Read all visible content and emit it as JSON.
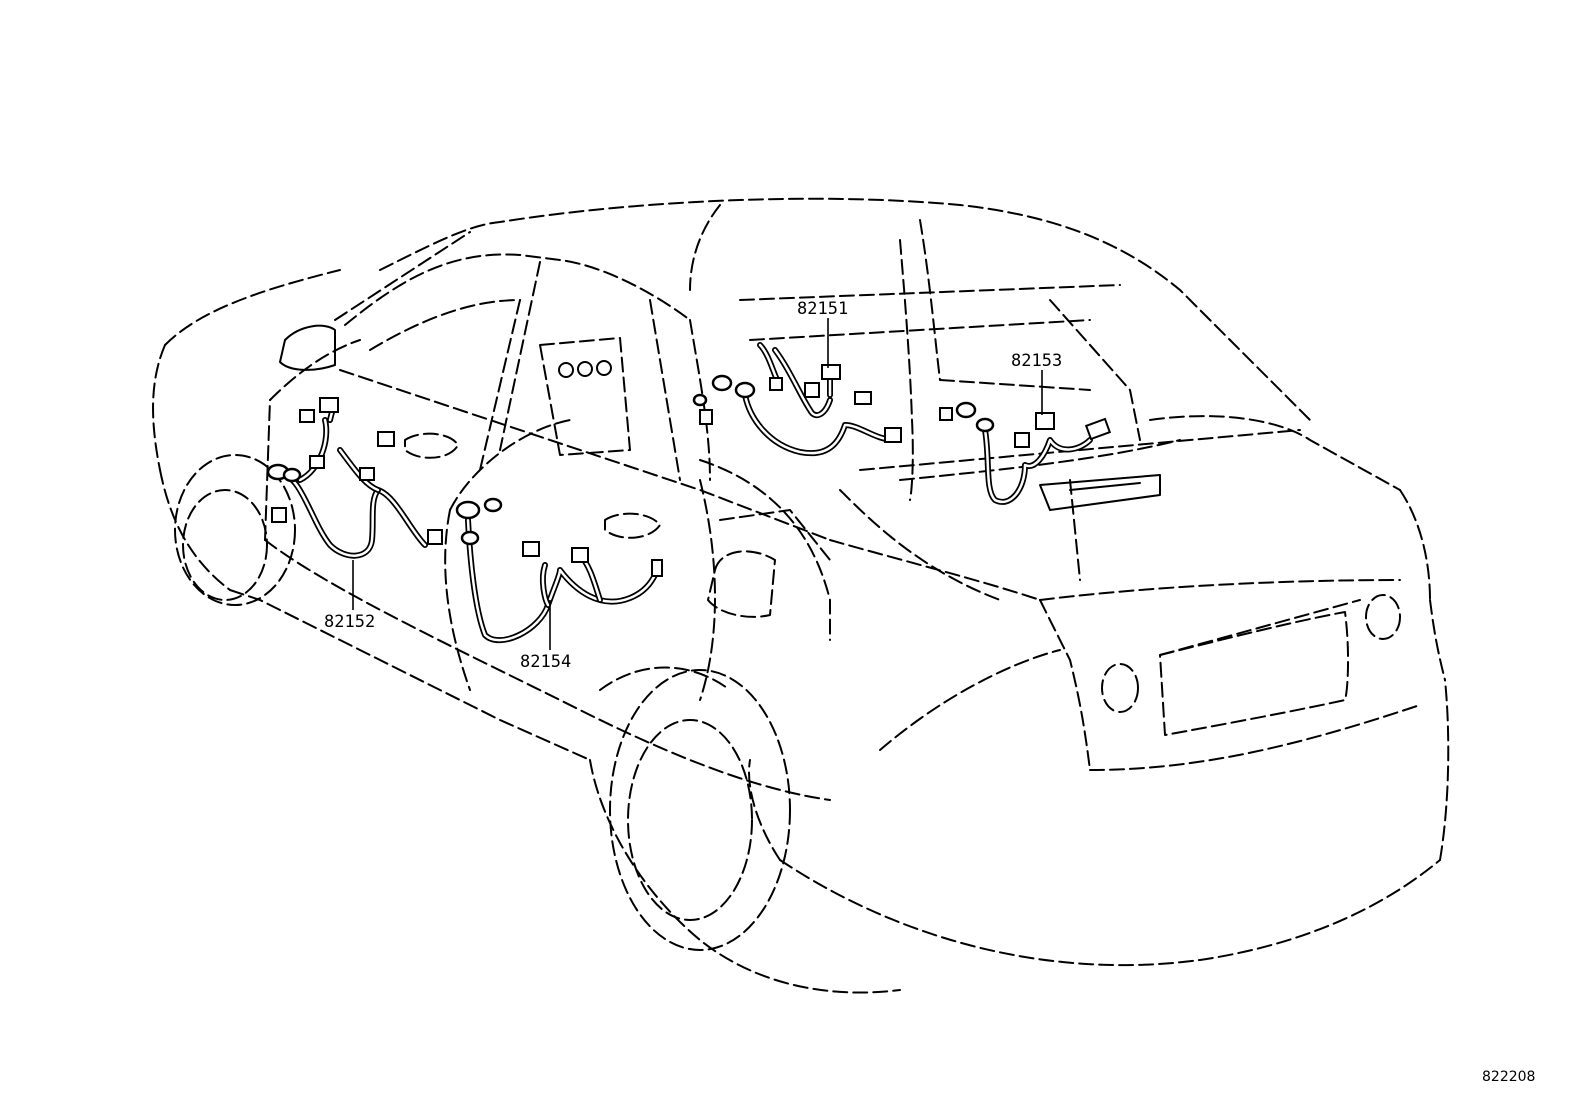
{
  "callouts": {
    "c82151": "82151",
    "c82152": "82152",
    "c82153": "82153",
    "c82154": "82154"
  },
  "figure_id": "822208"
}
